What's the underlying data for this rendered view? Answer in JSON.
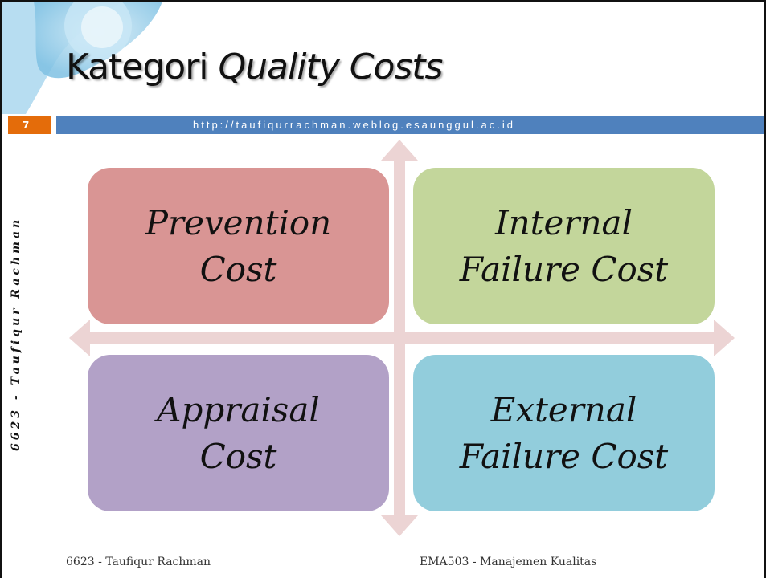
{
  "slide": {
    "title_main": "Kategori",
    "title_italic": "Quality Costs",
    "number": "7",
    "url": "http://taufiqurrachman.weblog.esaunggul.ac.id",
    "side_label": "6623 - Taufiqur Rachman"
  },
  "quadrants": [
    {
      "line1": "Prevention",
      "line2": "Cost",
      "color": "#d99594"
    },
    {
      "line1": "Internal",
      "line2": "Failure Cost",
      "color": "#c3d69b"
    },
    {
      "line1": "Appraisal",
      "line2": "Cost",
      "color": "#b2a1c7"
    },
    {
      "line1": "External",
      "line2": "Failure Cost",
      "color": "#92cddc"
    }
  ],
  "footer": {
    "left": "6623 - Taufiqur Rachman",
    "right": "EMA503 - Manajemen Kualitas"
  },
  "colors": {
    "accent_orange": "#e46c0a",
    "accent_blue": "#4f81bd",
    "arrow": "#ecd4d4"
  }
}
